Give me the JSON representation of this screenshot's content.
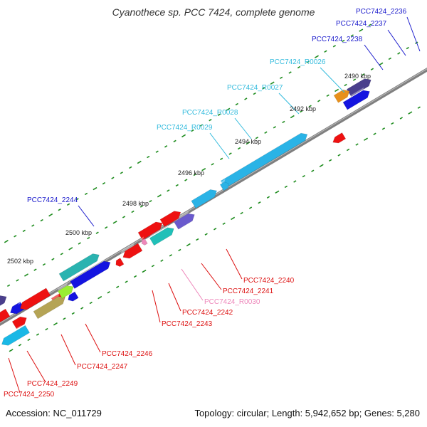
{
  "title": "Cyanothece sp. PCC 7424, complete genome",
  "footer": {
    "accession": "Accession: NC_011729",
    "summary": "Topology: circular; Length: 5,942,652 bp; Genes: 5,280"
  },
  "colors": {
    "backbone": "#808080",
    "tick": "#1e8c1e",
    "label_blue": "#1a1acc",
    "label_cyan": "#33bbdd",
    "label_red": "#dd1111",
    "label_pink": "#ee88bb"
  },
  "kbp_labels": [
    "2490 kbp",
    "2492 kbp",
    "2494 kbp",
    "2496 kbp",
    "2498 kbp",
    "2500 kbp",
    "2502 kbp"
  ],
  "feature_labels": [
    {
      "text": "PCC7424_2236",
      "color": "blue"
    },
    {
      "text": "PCC7424_2237",
      "color": "blue"
    },
    {
      "text": "PCC7424_2238",
      "color": "blue"
    },
    {
      "text": "PCC7424_R0026",
      "color": "cyan"
    },
    {
      "text": "PCC7424_R0027",
      "color": "cyan"
    },
    {
      "text": "PCC7424_R0028",
      "color": "cyan"
    },
    {
      "text": "PCC7424_R0029",
      "color": "cyan"
    },
    {
      "text": "PCC7424_2244",
      "color": "blue"
    },
    {
      "text": "PCC7424_2240",
      "color": "red"
    },
    {
      "text": "PCC7424_2241",
      "color": "red"
    },
    {
      "text": "PCC7424_R0030",
      "color": "pink"
    },
    {
      "text": "PCC7424_2242",
      "color": "red"
    },
    {
      "text": "PCC7424_2243",
      "color": "red"
    },
    {
      "text": "PCC7424_2246",
      "color": "red"
    },
    {
      "text": "PCC7424_2247",
      "color": "red"
    },
    {
      "text": "PCC7424_2249",
      "color": "red"
    },
    {
      "text": "PCC7424_2250",
      "color": "red"
    }
  ]
}
